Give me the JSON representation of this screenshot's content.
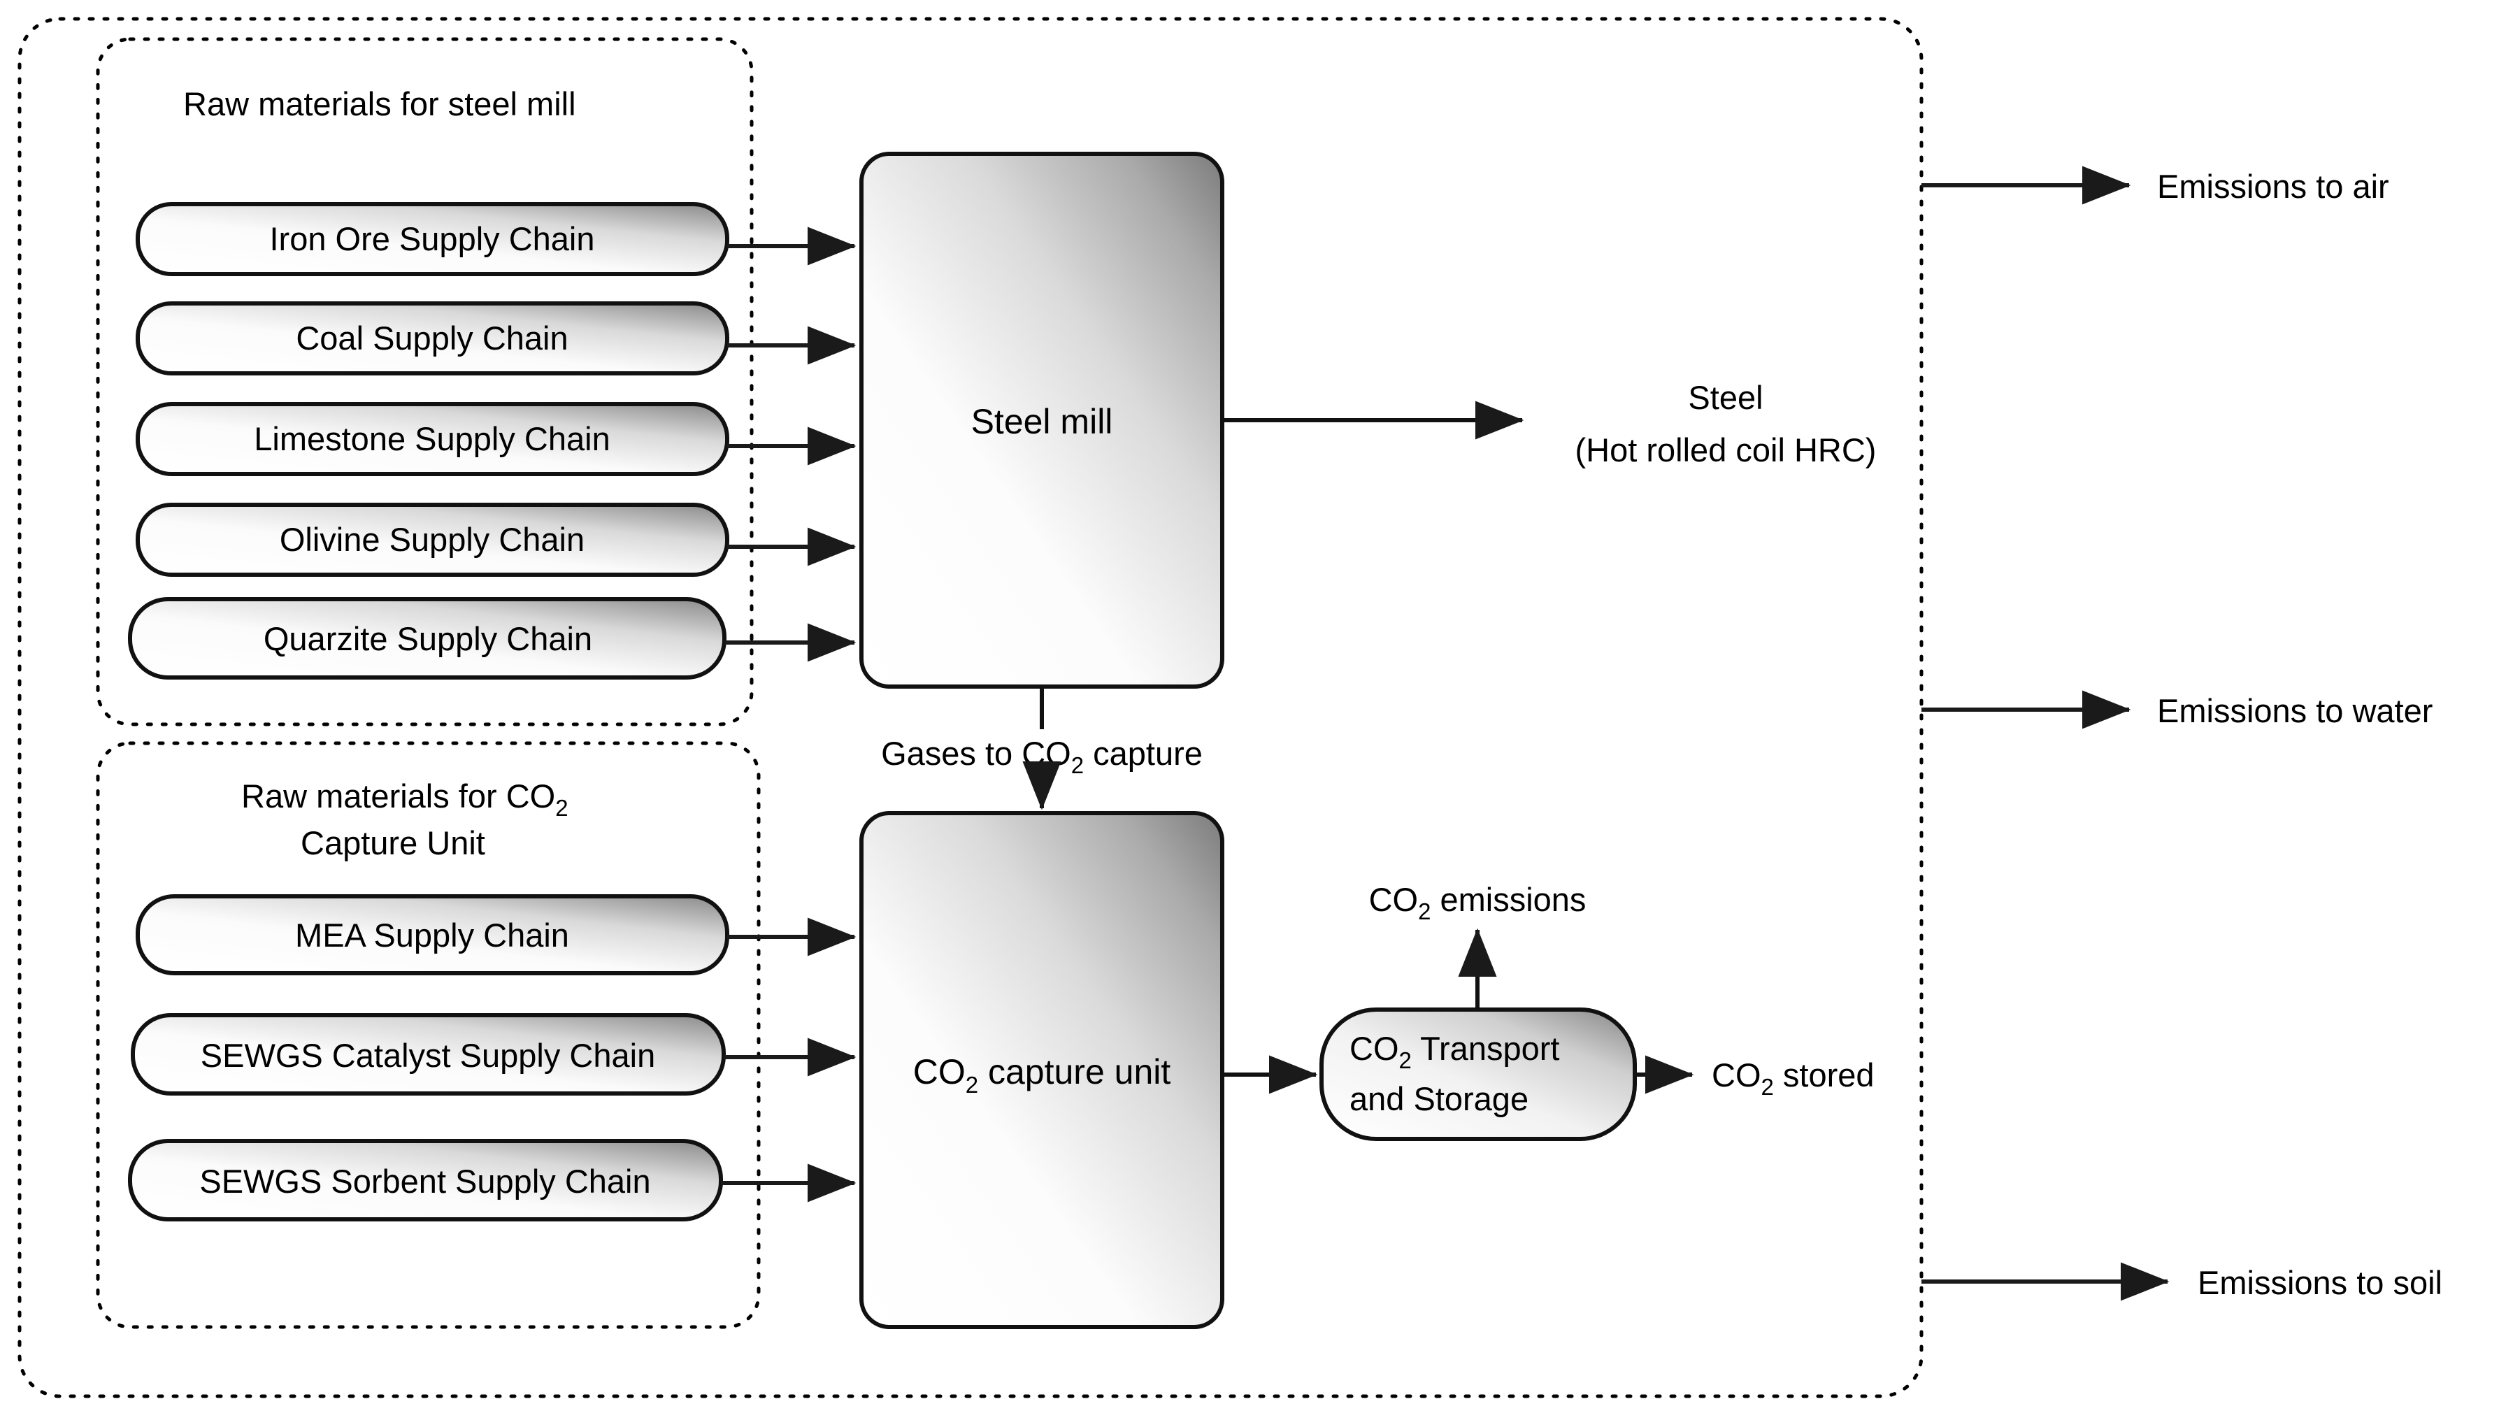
{
  "diagram": {
    "title_hidden": "",
    "groups": [
      {
        "id": "raw-materials-steel-mill",
        "label": "Raw materials for steel mill",
        "items": [
          {
            "id": "iron-ore-supply-chain",
            "label": "Iron Ore Supply Chain"
          },
          {
            "id": "coal-supply-chain",
            "label": "Coal Supply Chain"
          },
          {
            "id": "limestone-supply-chain",
            "label": "Limestone Supply Chain"
          },
          {
            "id": "olivine-supply-chain",
            "label": "Olivine Supply Chain"
          },
          {
            "id": "quarzite-supply-chain",
            "label": "Quarzite Supply Chain"
          }
        ]
      },
      {
        "id": "raw-materials-co2-capture-unit",
        "label_line1": "Raw materials for CO",
        "label_sub1": "2",
        "label_line2": "Capture Unit",
        "items": [
          {
            "id": "mea-supply-chain",
            "label": "MEA Supply Chain"
          },
          {
            "id": "sewgs-catalyst-supply-chain",
            "label": "SEWGS Catalyst Supply Chain"
          },
          {
            "id": "sewgs-sorbent-supply-chain",
            "label": "SEWGS Sorbent Supply Chain"
          }
        ]
      }
    ],
    "processes": [
      {
        "id": "steel-mill",
        "label": "Steel mill"
      },
      {
        "id": "co2-capture-unit",
        "label_pre": "CO",
        "label_sub": "2",
        "label_post": " capture unit"
      },
      {
        "id": "co2-transport-and-storage",
        "label_line1_pre": "CO",
        "label_line1_sub": "2",
        "label_line1_post": " Transport",
        "label_line2": "and Storage"
      }
    ],
    "flows": [
      {
        "id": "gases-to-co2-capture",
        "pre": "Gases to CO",
        "sub": "2",
        "post": " capture"
      },
      {
        "id": "steel-output",
        "line1": "Steel",
        "line2": "(Hot rolled coil HRC)"
      },
      {
        "id": "co2-emissions",
        "pre": "CO",
        "sub": "2",
        "post": " emissions"
      },
      {
        "id": "co2-stored",
        "pre": "CO",
        "sub": "2",
        "post": " stored"
      },
      {
        "id": "emissions-to-air",
        "label": "Emissions to air"
      },
      {
        "id": "emissions-to-water",
        "label": "Emissions to water"
      },
      {
        "id": "emissions-to-soil",
        "label": "Emissions to soil"
      }
    ],
    "colors": {
      "stroke": "#000000",
      "background": "#ffffff",
      "box_fill_light": "#ffffff",
      "box_fill_dark": "#8c8c8c",
      "dotted_border": "#000000"
    }
  }
}
